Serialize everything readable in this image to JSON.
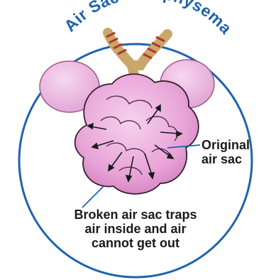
{
  "title": "Air Sac—Emphysema",
  "labels": {
    "original_line1": "Original",
    "original_line2": "air sac",
    "broken_line1": "Broken air sac traps",
    "broken_line2": "air inside and air",
    "broken_line3": "cannot get out"
  },
  "colors": {
    "ring": "#1e63ad",
    "title": "#1e63ad",
    "sac_fill": "#e7a2d6",
    "sac_outline": "#3a1d34",
    "airway": "#c8a86a",
    "band": "#b5362a"
  }
}
